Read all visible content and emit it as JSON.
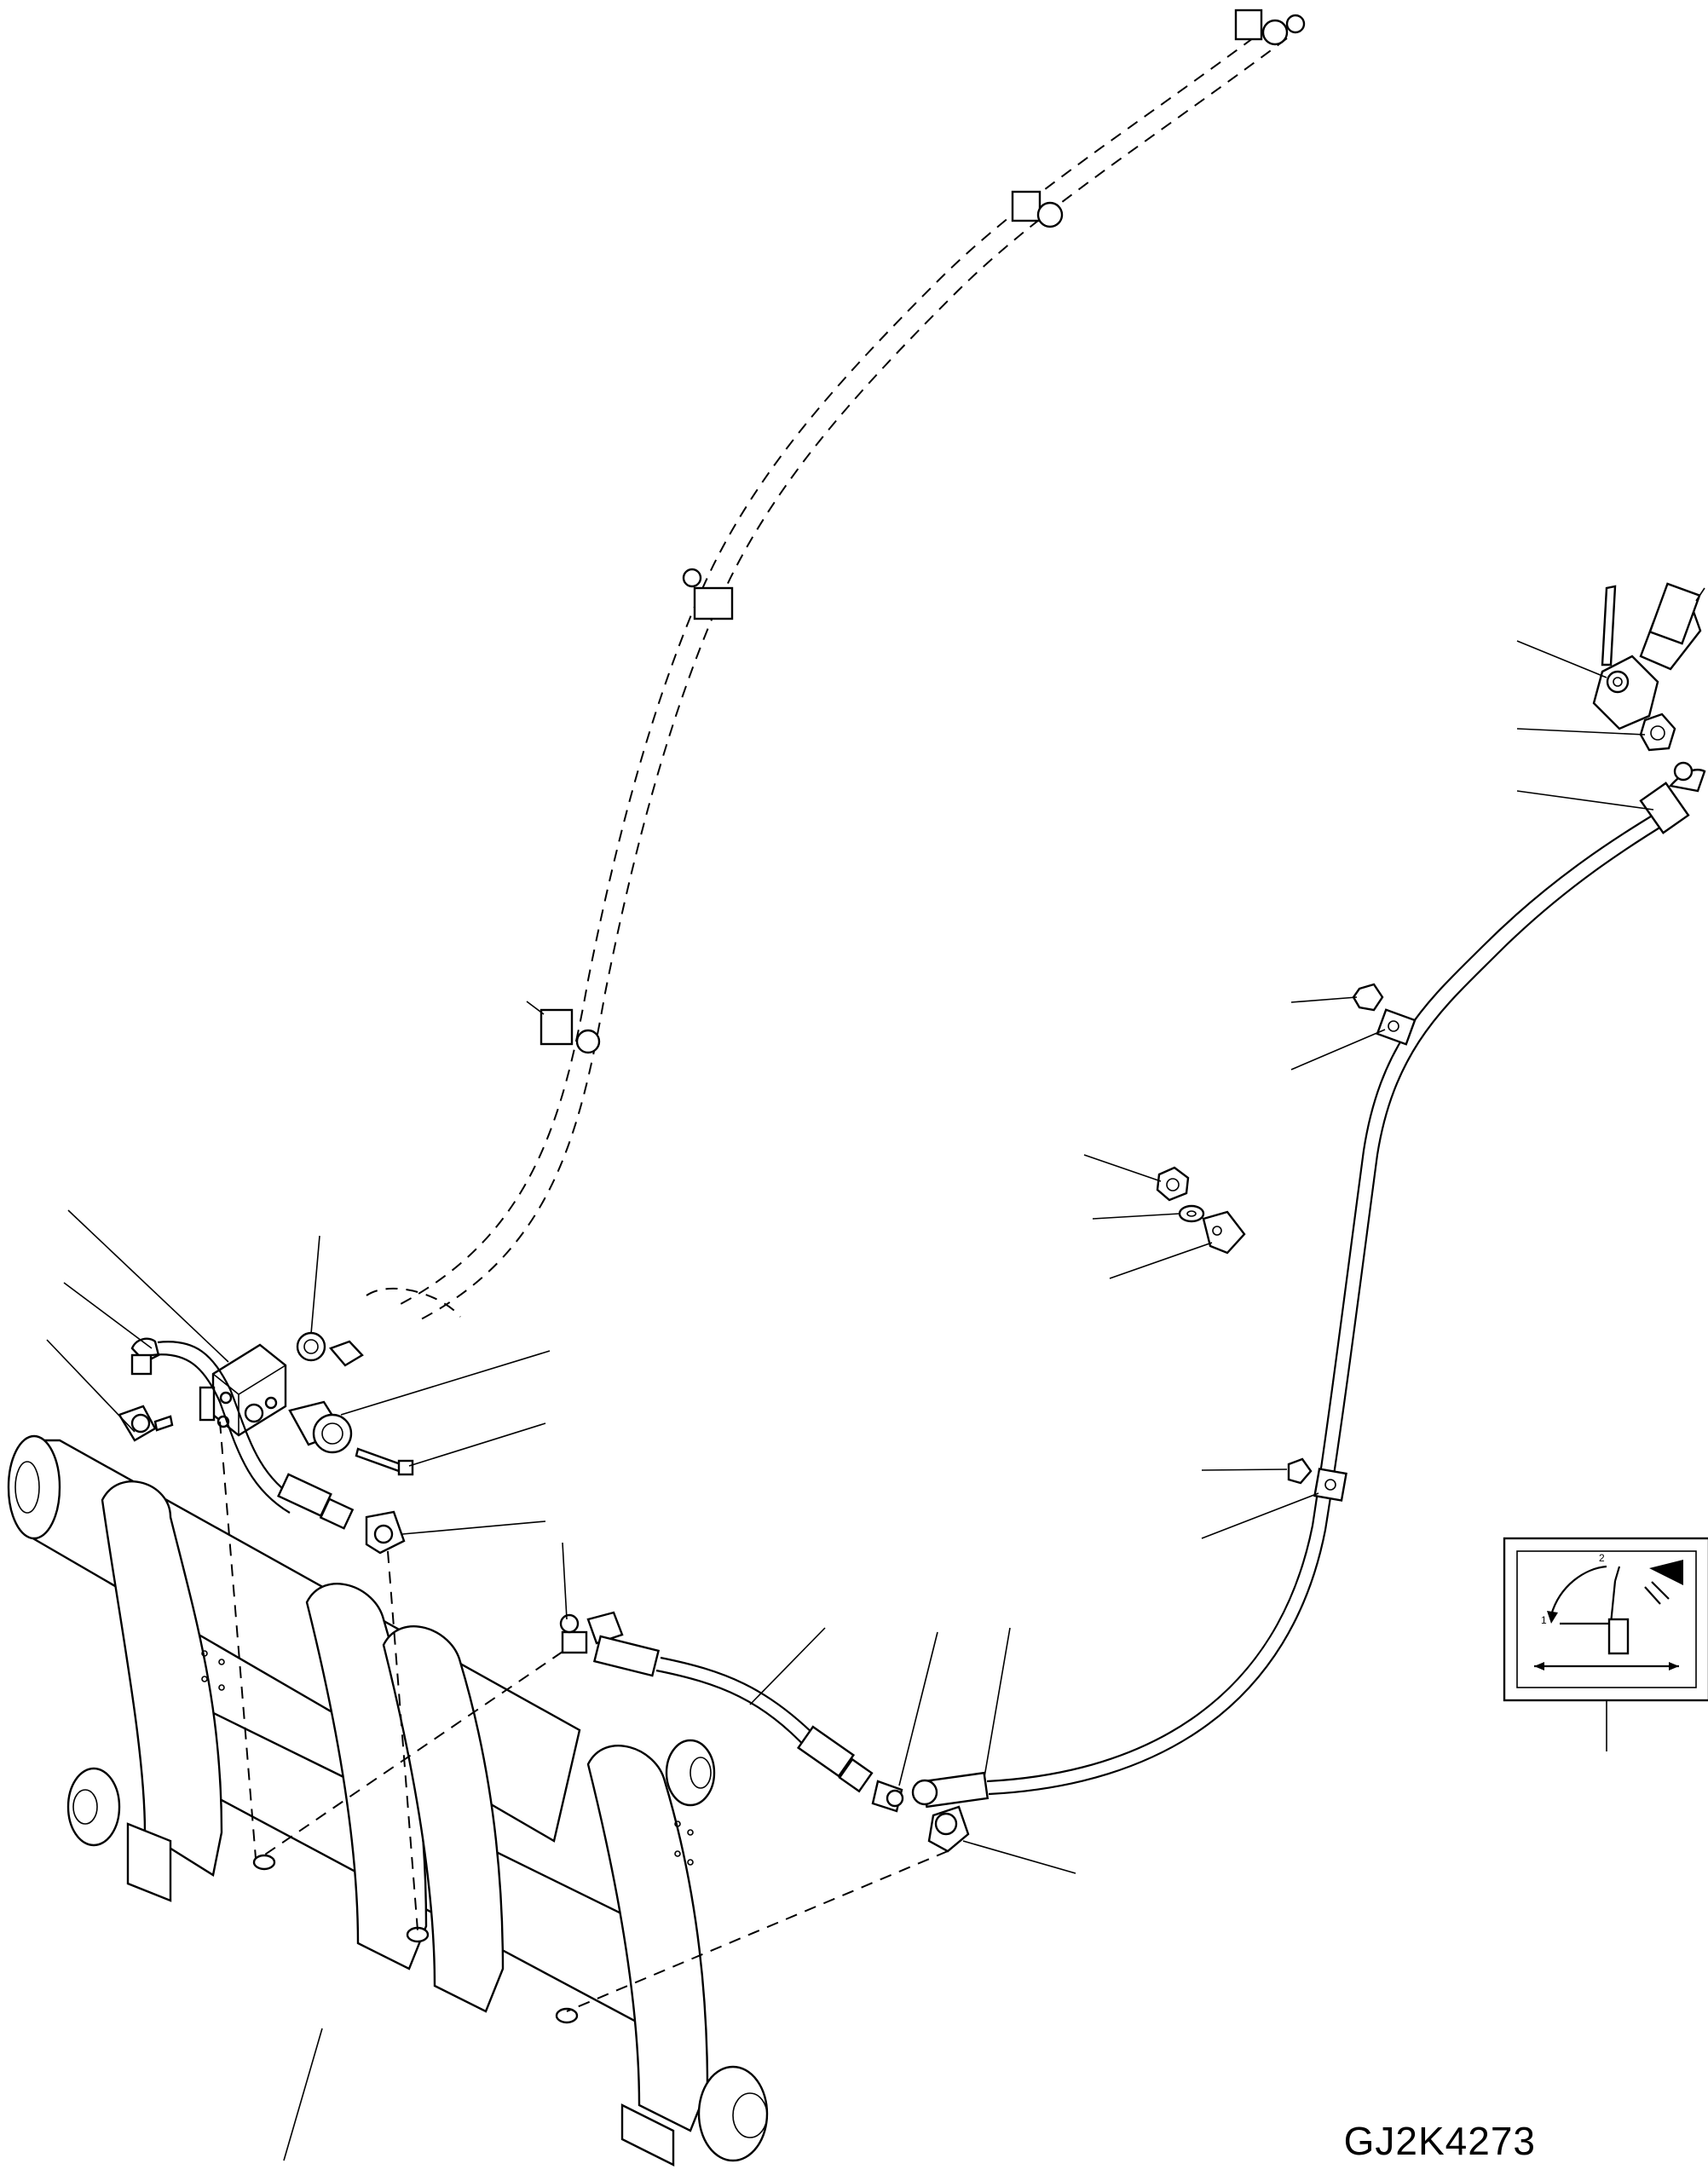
{
  "drawing": {
    "reference_code": "GJ2K4273"
  },
  "decal": {
    "label_1": "1",
    "label_2": "2"
  }
}
